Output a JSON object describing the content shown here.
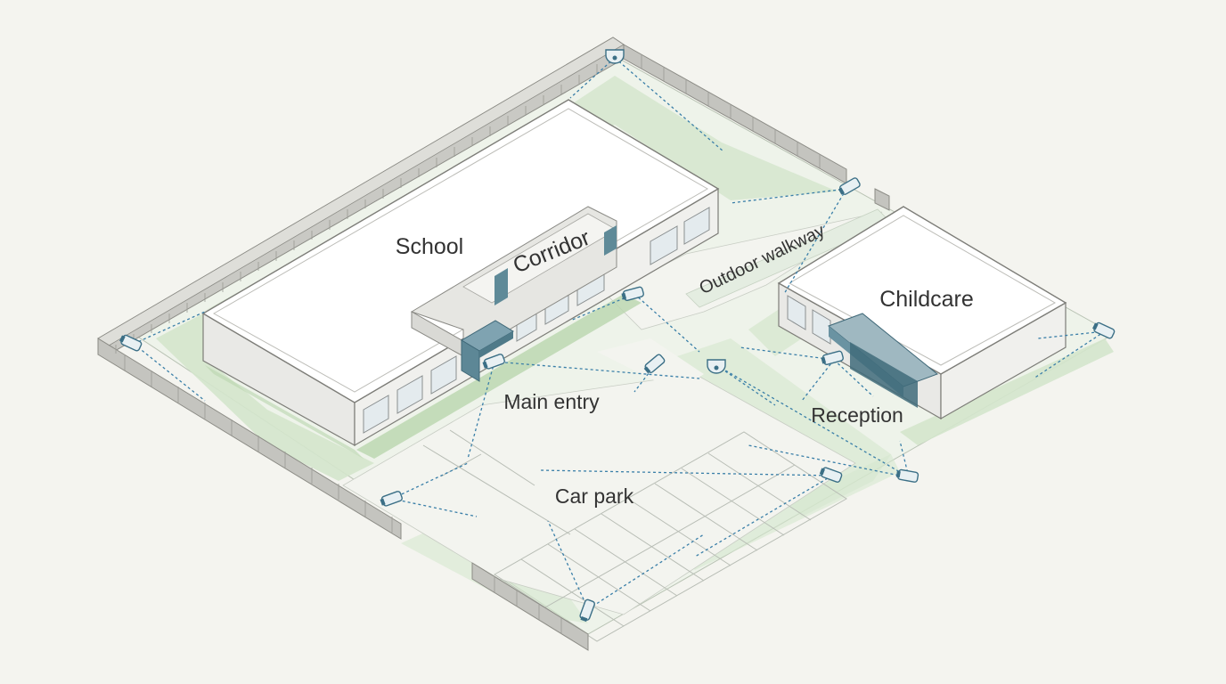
{
  "labels": {
    "school": "School",
    "corridor": "Corridor",
    "outdoor_walkway": "Outdoor walkway",
    "childcare": "Childcare",
    "main_entry": "Main entry",
    "reception": "Reception",
    "car_park": "Car park"
  },
  "colors": {
    "background": "#f4f4ef",
    "ground": "#eef3ea",
    "grass": "#cfe3c8",
    "paving": "#f3f4ef",
    "roof": "#ffffff",
    "wall": "#e9e9e6",
    "fence": "#c9c9c4",
    "entrance": "#6f97a6",
    "camera_stroke": "#3b6f86",
    "fov_line": "#3a7fa8",
    "label_text": "#333333"
  },
  "icons": [
    "cctv-camera-icon",
    "dome-camera-icon"
  ]
}
